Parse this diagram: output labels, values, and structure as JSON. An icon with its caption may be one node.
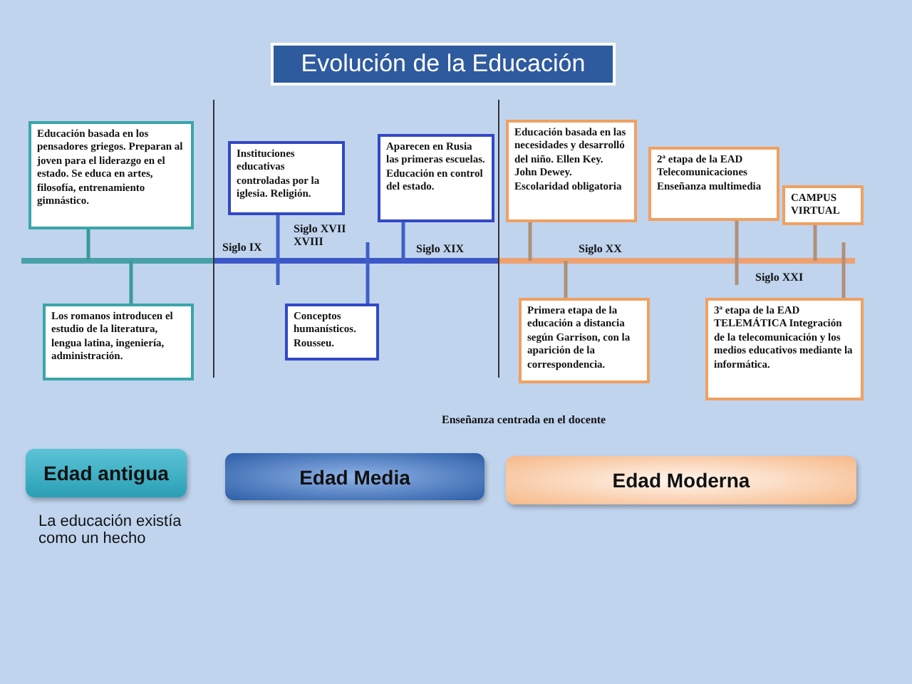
{
  "diagram": {
    "title": "Evolución de la Educación",
    "nodes": [
      {
        "text": [
          "Educación basada en los pensadores griegos. Preparan al joven para el liderazgo en el estado. Se educa en artes, filosofía, entrenamiento gimnástico."
        ]
      },
      {
        "text": [
          "Los romanos introducen el estudio de la literatura, lengua latina, ingeniería, administración."
        ]
      },
      {
        "text": [
          "Instituciones educativas controladas por la iglesia. Religión."
        ]
      },
      {
        "text": [
          "Aparecen en Rusia las primeras escuelas. Educación en control del estado."
        ]
      },
      {
        "text": [
          "Conceptos humanísticos. Rousseu."
        ]
      },
      {
        "text": [
          "Educación basada en las necesidades y desarrolló del niño. Ellen Key. John Dewey. Escolaridad obligatoria"
        ]
      },
      {
        "text": [
          "Primera etapa de la educación a distancia según Garrison, con la aparición de la correspondencia."
        ]
      },
      {
        "text": [
          "2ª etapa de la EAD Telecomunicaciones Enseñanza multimedia"
        ]
      },
      {
        "text": [
          "CAMPUS VIRTUAL"
        ]
      },
      {
        "text": [
          "3ª etapa de la EAD TELEMÁTICA Integración de la telecomunicación y los medios educativos mediante la informática."
        ]
      },
      {
        "text": [
          "Edad antigua"
        ]
      },
      {
        "text": [
          "Edad  Media"
        ]
      },
      {
        "text": [
          "Edad  Moderna"
        ]
      }
    ],
    "edges": [
      {
        "from": 0,
        "to": null,
        "arrow": "none",
        "color": "#3a9a9a"
      },
      {
        "from": 1,
        "to": null,
        "arrow": "none",
        "color": "#3a9a9a"
      },
      {
        "from": 2,
        "to": null,
        "arrow": "none",
        "color": "#4060c8"
      },
      {
        "from": 3,
        "to": null,
        "arrow": "none",
        "color": "#4060c8"
      },
      {
        "from": 4,
        "to": null,
        "arrow": "none",
        "color": "#4060c8"
      },
      {
        "from": 5,
        "to": null,
        "arrow": "none"
      },
      {
        "from": 6,
        "to": null,
        "arrow": "none"
      },
      {
        "from": 7,
        "to": null,
        "arrow": "none"
      },
      {
        "from": 8,
        "to": null,
        "arrow": "none"
      },
      {
        "from": 9,
        "to": null,
        "arrow": "none"
      }
    ],
    "labels": [
      "Siglo IX",
      "Siglo XVII XVIII",
      "Siglo XIX",
      "Siglo XX",
      "Siglo XXI",
      "Enseñanza centrada en el docente",
      "La educación existía como un hecho"
    ]
  }
}
